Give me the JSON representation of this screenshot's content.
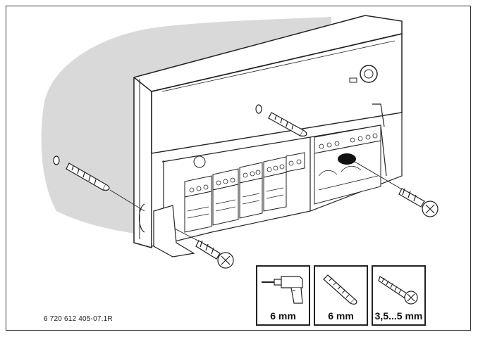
{
  "figure": {
    "drawing_code": "6 720 612 405-07.1R"
  },
  "legend": [
    {
      "icon": "drill-icon",
      "label": "6 mm"
    },
    {
      "icon": "wall-plug-icon",
      "label": "6 mm"
    },
    {
      "icon": "screw-icon",
      "label": "3,5...5 mm"
    }
  ]
}
